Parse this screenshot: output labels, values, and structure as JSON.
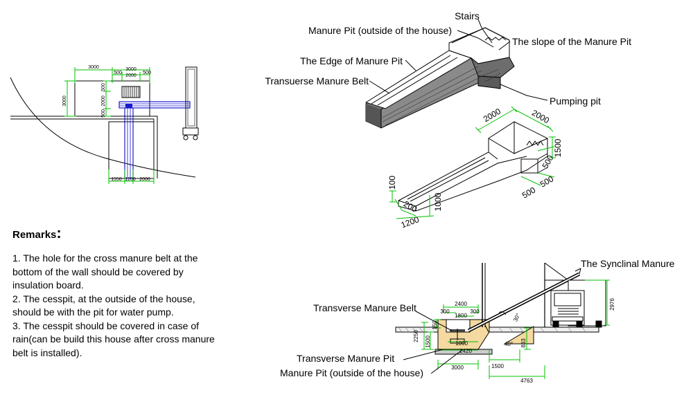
{
  "plan": {
    "dims_top": [
      "3000",
      "3000",
      "500",
      "2000",
      "500"
    ],
    "dims_side": [
      "3000",
      "500",
      "2000",
      "500"
    ],
    "dims_bottom": [
      "1550",
      "1200",
      "2000"
    ]
  },
  "iso_top": {
    "labels": {
      "manure_pit": "Manure Pit (outside of the house)",
      "edge": "The Edge of Manure Pit",
      "belt": "Transuerse Manure Belt",
      "stairs": "Stairs",
      "slope": "The slope of the Manure Pit",
      "pumping": "Pumping pit"
    }
  },
  "iso_dims": {
    "top_a": "2000",
    "top_b": "2000",
    "right_h": "1500",
    "r_500a": "500",
    "r_500b": "500",
    "r_500c": "500",
    "left_100": "100",
    "left_200": "200",
    "left_1200": "1200",
    "left_1000": "1000"
  },
  "section": {
    "labels": {
      "synclinal": "The Synclinal Manure",
      "transverse_belt": "Transverse Manure Belt",
      "transverse_pit": "Transverse Manure Pit",
      "manure_pit": "Manure Pit (outside of the house)"
    },
    "dims": {
      "d2400": "2400",
      "d300a": "300",
      "d1800": "1800",
      "d300b": "300",
      "d150": "150",
      "d2250": "2250",
      "d1500v": "1500",
      "d1000": "1000",
      "d2420": "2420",
      "d3000": "3000",
      "d1500h": "1500",
      "d4763": "4763",
      "d833": "833",
      "d2976": "2976",
      "ang30": "30°",
      "ang40": "40°"
    }
  },
  "remarks": {
    "title": "Remarks",
    "colon": ":",
    "items": [
      "1. The hole for the cross manure belt at the bottom of the wall should be covered by insulation board.",
      "2. The cesspit, at the outside of the house, should be with the pit for water pump.",
      "3. The cesspit should be covered in case of rain(can be build this house after cross manure belt is installed)."
    ]
  }
}
